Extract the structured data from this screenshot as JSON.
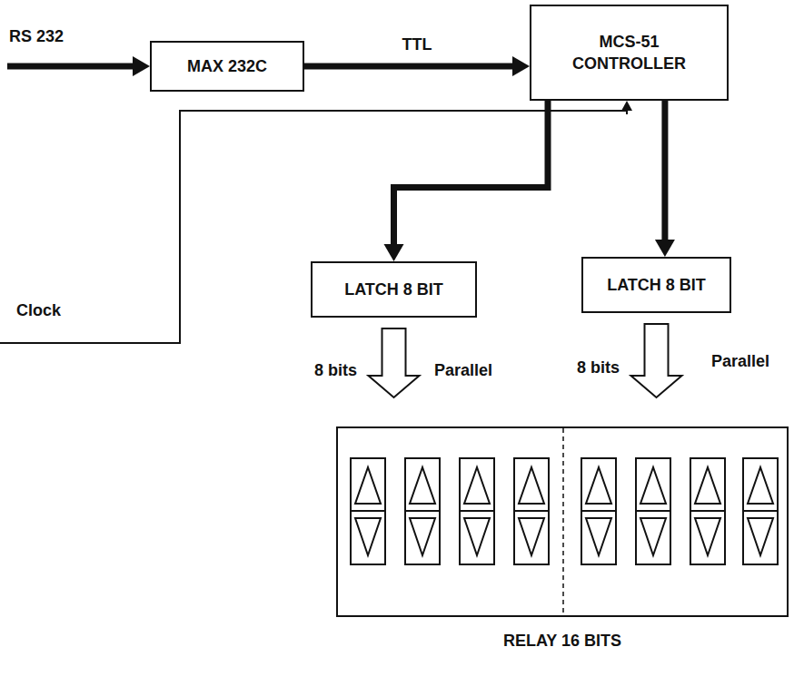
{
  "diagram": {
    "nodes": [
      {
        "text": [
          "MAX 232C"
        ]
      },
      {
        "text": [
          "MCS-51 CONTROLLER"
        ]
      },
      {
        "text": [
          "LATCH 8 BIT"
        ]
      },
      {
        "text": [
          "LATCH 8 BIT"
        ]
      },
      {
        "text": [
          "RELAY 16 BITS"
        ]
      }
    ],
    "edges": [
      {
        "from": 0,
        "to": 1,
        "label": "TTL",
        "arrow": "to"
      },
      {
        "from": 1,
        "to": 2,
        "arrow": "to"
      },
      {
        "from": 1,
        "to": 3,
        "arrow": "to"
      },
      {
        "from": 2,
        "to": 4,
        "arrow": "to"
      },
      {
        "from": 3,
        "to": 4,
        "arrow": "to"
      }
    ],
    "labels": [
      "RS 232",
      "Clock",
      "8 bits",
      "Parallel",
      "8 bits",
      "Parallel"
    ]
  }
}
